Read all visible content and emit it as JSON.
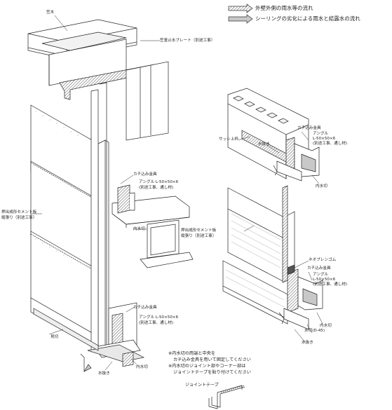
{
  "legend": {
    "item1": "外壁外側の雨水等の流れ",
    "item2": "シーリングの劣化による雨水と結露水の流れ"
  },
  "left": {
    "kasagi": "笠木",
    "plate": "笠釜止水プレート（別途工事）",
    "kachikomi1": "カチ込み金具",
    "angle1": "アングル L-50×50×6",
    "angle1_note": "(別途工事、通し材)",
    "panel_a": "押出成形セメント板",
    "panel_b": "縦張り（別途工事）",
    "mizukiri_in1": "内水切",
    "kachikomi2": "カチ込み金具",
    "angle2": "アングル L-50×50×6",
    "angle2_note": "(別途工事、通し材)",
    "soto": "見切",
    "mizunuki": "水抜き",
    "mizukiri_in2": "内水切"
  },
  "right": {
    "sash": "サッシ上枠",
    "kachikomi1": "カチ込み金具",
    "angle1": "アングル",
    "angle1_size": "L-50×50×6",
    "angle1_note": "(別途工事、通し材)",
    "mizunuki1": "水抜き",
    "mizukiri_in": "内水切",
    "panel_a": "押出成形セメント板",
    "panel_b": "縦張り（別途工事）",
    "neoprene": "ネオプレンゴム",
    "kachikomi2": "カチ込み金具",
    "angle2": "アングル",
    "angle2_size": "L-50×50×6",
    "angle2_note": "(別途工事、通し材)",
    "mizukiri_out": "内水切",
    "mizukiri_d": "水切(D-45)",
    "mizunuki2": "水抜き"
  },
  "notes": {
    "line1": "※内水切の両端と中央を",
    "line2": "カチ込み金具を用いて固定してください",
    "line3": "※内水切のジョイント部やコーナー部は",
    "line4": "ジョイントテープを貼り付けてください"
  },
  "tape_label": "ジョイントテープ"
}
